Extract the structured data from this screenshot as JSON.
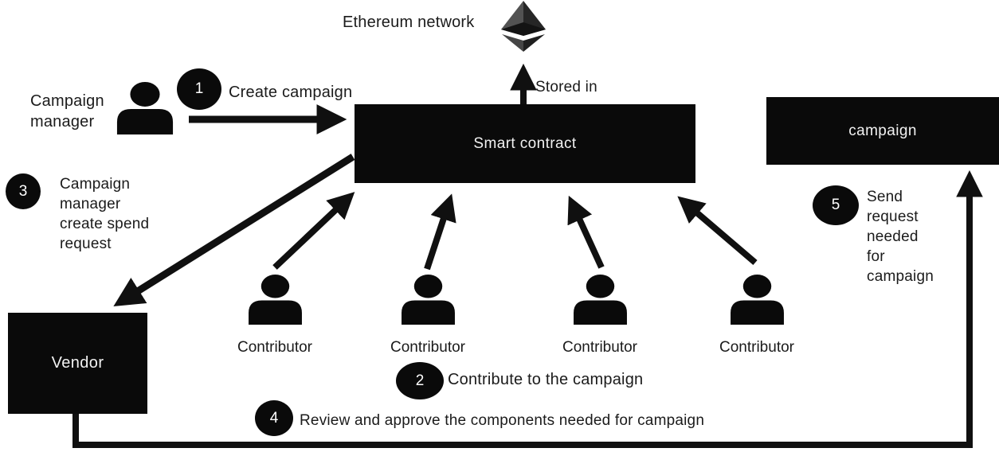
{
  "diagram": {
    "ethereum_network_label": "Ethereum network",
    "stored_in_label": "Stored in",
    "nodes": {
      "smart_contract": "Smart contract",
      "campaign": "campaign",
      "vendor": "Vendor"
    },
    "campaign_manager_label": "Campaign manager",
    "contributors": [
      {
        "label": "Contributor"
      },
      {
        "label": "Contributor"
      },
      {
        "label": "Contributor"
      },
      {
        "label": "Contributor"
      }
    ],
    "steps": [
      {
        "num": "1",
        "label": "Create campaign"
      },
      {
        "num": "2",
        "label": "Contribute to the campaign"
      },
      {
        "num": "3",
        "label": "Campaign manager create spend request"
      },
      {
        "num": "4",
        "label": "Review and approve the components needed for campaign"
      },
      {
        "num": "5",
        "label": "Send request needed for campaign"
      }
    ],
    "icons": {
      "ethereum_logo": "ethereum-diamond-logo",
      "person": "person-silhouette"
    },
    "colors": {
      "node_fill": "#0a0a0a",
      "node_text": "#f2f2f2",
      "arrow": "#101010",
      "text": "#1b1b1b",
      "background": "#ffffff"
    }
  }
}
